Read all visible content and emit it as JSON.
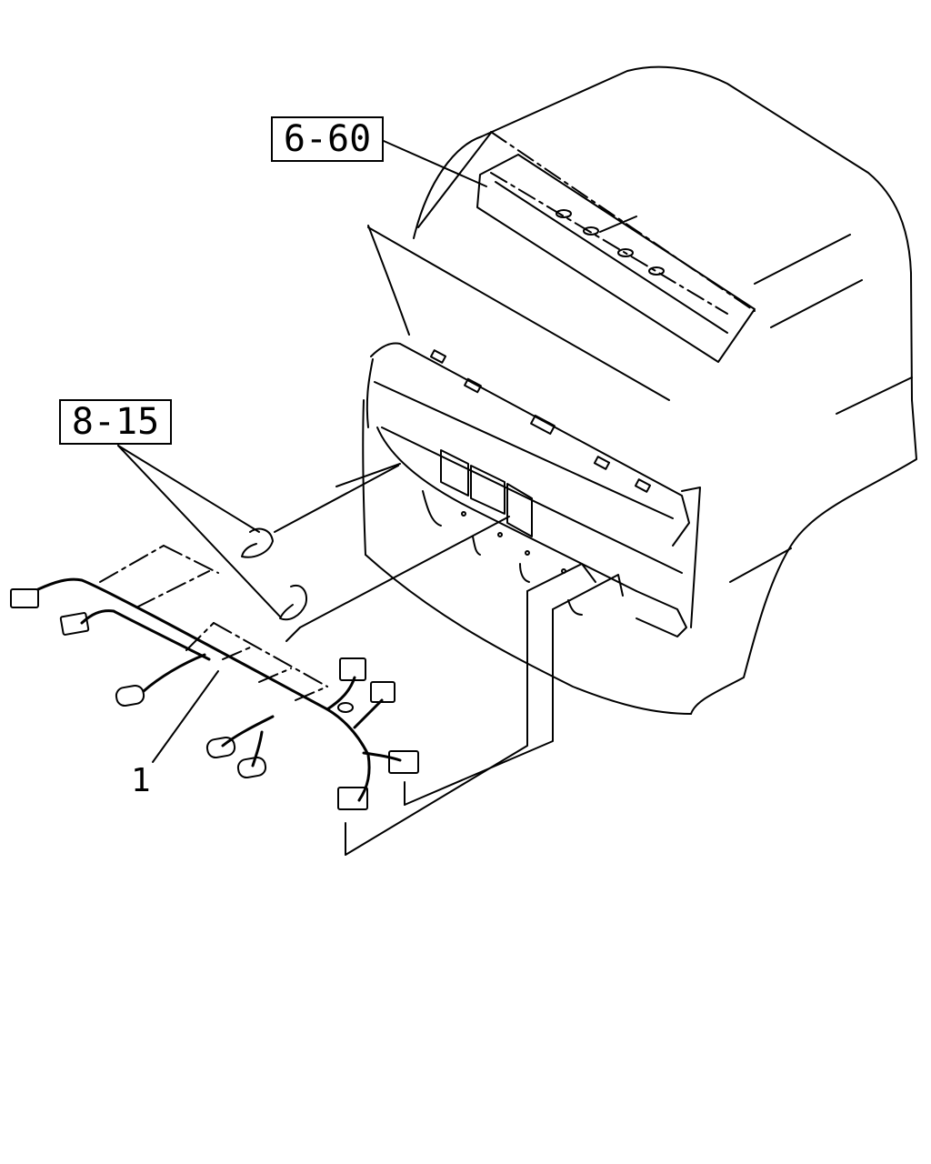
{
  "references": {
    "top": "6-60",
    "left": "8-15"
  },
  "callouts": {
    "harness": "1"
  }
}
